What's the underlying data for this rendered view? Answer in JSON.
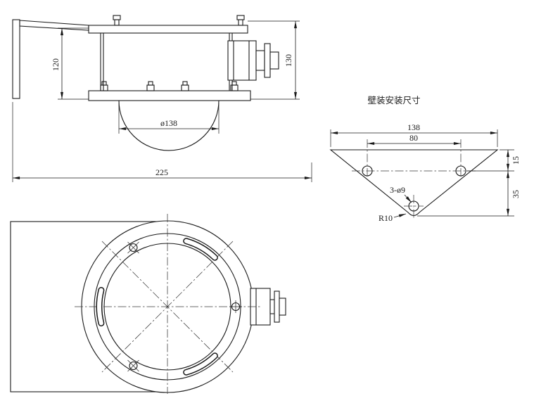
{
  "page": {
    "background_color": "#ffffff",
    "line_color": "#1a1a1a"
  },
  "side_view": {
    "dim_left_height": "120",
    "dim_right_height": "130",
    "dim_dome_diameter": "ø138",
    "dim_overall_width": "225"
  },
  "wall_mount_view": {
    "title": "壁装安装尺寸",
    "dim_width": "138",
    "dim_hole_spacing": "80",
    "dim_top_offset": "15",
    "dim_bottom_offset": "35",
    "dim_holes": "3-ø9",
    "dim_corner_radius": "R10"
  }
}
